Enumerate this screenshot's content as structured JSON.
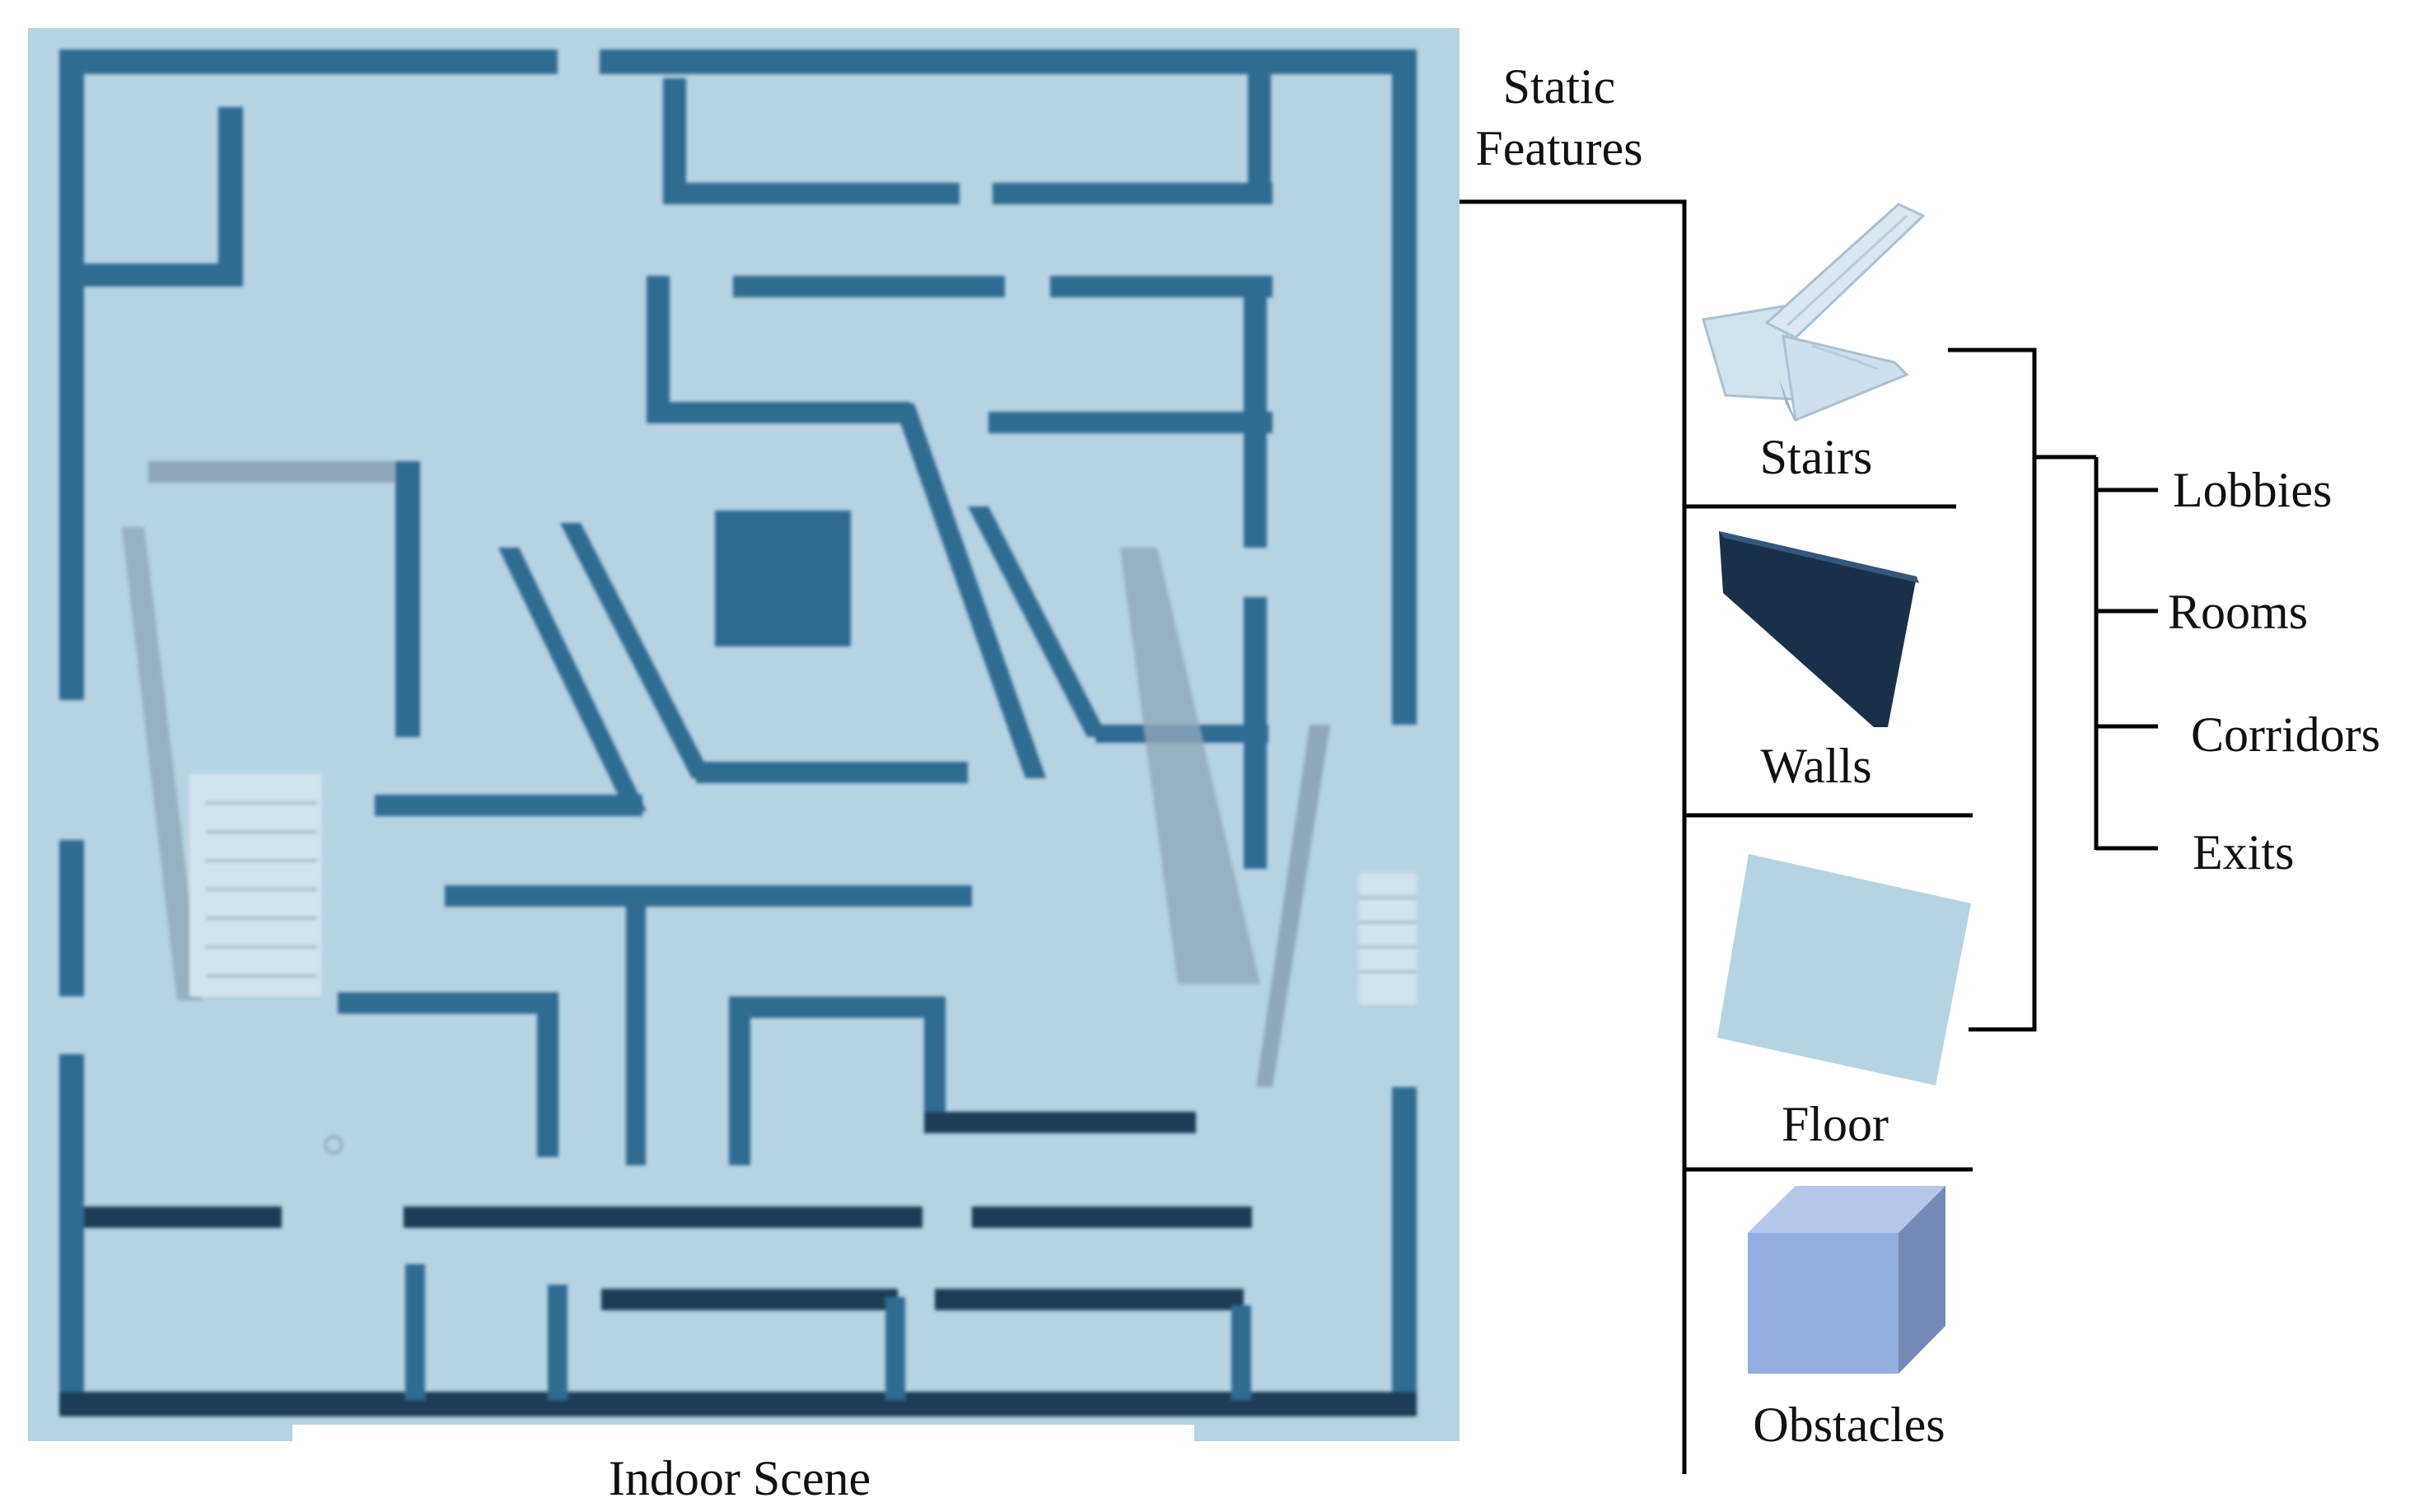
{
  "colors": {
    "floor": "#b6d3e2",
    "wall_front": "#2f6c92",
    "wall_shadow": "#8fa7b8",
    "wall_dark": "#1e3d55",
    "stair": "#d3e3ee",
    "obstacle_front": "#93aedf",
    "obstacle_side": "#7489b6",
    "obstacle_top": "#b5c6ea",
    "line": "#000000"
  },
  "labels": {
    "static_features_line1": "Static",
    "static_features_line2": "Features",
    "indoor_scene": "Indoor Scene",
    "stairs": "Stairs",
    "walls": "Walls",
    "floor": "Floor",
    "obstacles": "Obstacles",
    "lobbies": "Lobbies",
    "rooms": "Rooms",
    "corridors": "Corridors",
    "exits": "Exits"
  },
  "icons": {
    "stairs": "stairs-icon",
    "walls": "wall-icon",
    "floor": "floor-icon",
    "obstacles": "cube-icon"
  }
}
